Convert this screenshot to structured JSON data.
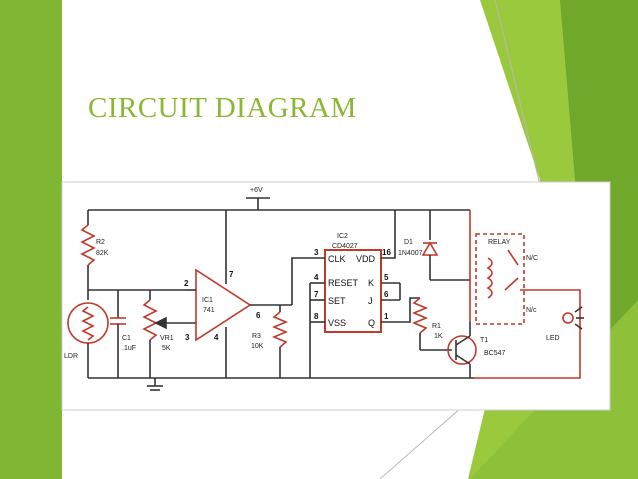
{
  "slide": {
    "title": "CIRCUIT DIAGRAM",
    "accent_color": "#8ab832",
    "accent_dark": "#6a9a24"
  },
  "diagram": {
    "supply": "+6V",
    "components": {
      "r2": {
        "name": "R2",
        "value": "82K"
      },
      "ldr": {
        "name": "LDR"
      },
      "c1": {
        "name": "C1",
        "value": ".1uF"
      },
      "vr1": {
        "name": "VR1",
        "value": "5K"
      },
      "ic1": {
        "name": "IC1",
        "value": "741"
      },
      "r3": {
        "name": "R3",
        "value": "10K"
      },
      "ic2": {
        "name": "IC2",
        "value": "CD4027"
      },
      "d1": {
        "name": "D1",
        "value": "1N4007"
      },
      "r1": {
        "name": "R1",
        "value": "1K"
      },
      "t1": {
        "name": "T1",
        "value": "BC547"
      },
      "relay": {
        "name": "RELAY",
        "nc": "N/C",
        "no": "N/c"
      },
      "led": {
        "name": "LED"
      }
    },
    "ic2_pins": {
      "clk": "CLK",
      "vdd": "VDD",
      "reset": "RESET",
      "k": "K",
      "set": "SET",
      "j": "J",
      "vss": "VSS",
      "q": "Q"
    },
    "pin_numbers": {
      "ic1_in_plus": "3",
      "ic1_in_minus": "2",
      "ic1_vcc": "7",
      "ic1_gnd": "4",
      "ic1_out": "6",
      "ic2_clk": "3",
      "ic2_reset": "4",
      "ic2_set": "7",
      "ic2_vss": "8",
      "ic2_vdd": "16",
      "ic2_k": "5",
      "ic2_j": "6",
      "ic2_q": "1"
    }
  }
}
